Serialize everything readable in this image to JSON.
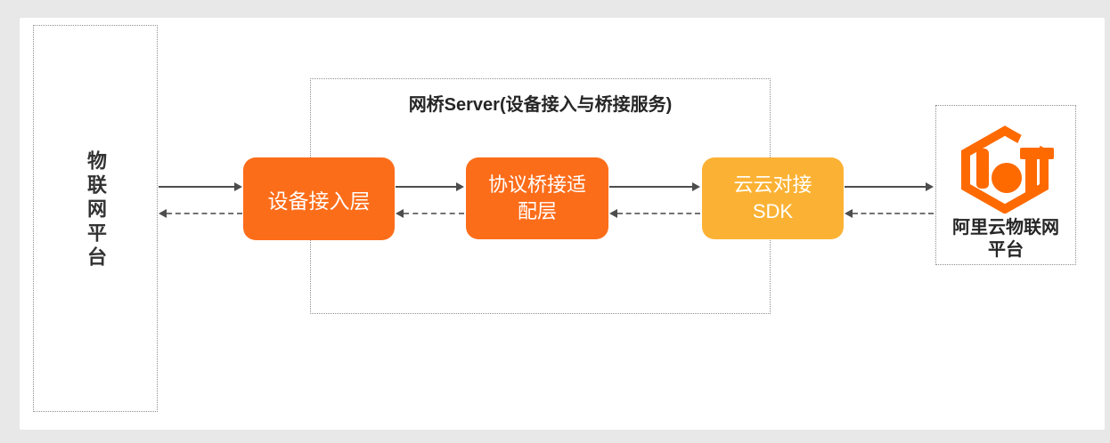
{
  "page": {
    "background_color": "#e8e8e8",
    "panel_background_color": "#ffffff"
  },
  "left_platform": {
    "label": "物联网平台"
  },
  "bridge_server": {
    "title": "网桥Server(设备接入与桥接服务)",
    "nodes": [
      {
        "id": "device-access-layer",
        "label": "设备接入层",
        "color": "#fc6d1a"
      },
      {
        "id": "protocol-bridge-adapter-layer",
        "line1": "协议桥接适",
        "line2": "配层",
        "color": "#fc6d1a"
      },
      {
        "id": "cloud-cloud-sdk",
        "line1": "云云对接",
        "line2": "SDK",
        "color": "#fbb234"
      }
    ]
  },
  "aliyun_platform": {
    "logo": "aliyun-iot-hexagon-logo",
    "line1": "阿里云物联网",
    "line2": "平台"
  },
  "arrows": {
    "solid_direction": "right",
    "dashed_direction": "left",
    "solid_color": "#4d4d4d",
    "dashed_color": "#737373"
  },
  "colors": {
    "node_orange": "#fc6d1a",
    "node_yellow": "#fbb234",
    "logo_orange": "#ff6a00",
    "dashed_border": "#8f8f8f",
    "text_dark": "#262626"
  }
}
